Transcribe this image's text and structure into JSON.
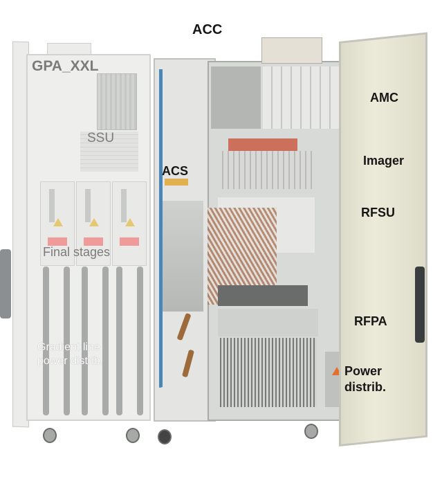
{
  "figure": {
    "type": "annotated photograph",
    "subject": "MRI electronics cabinets with open doors"
  },
  "labels": {
    "acc": "ACC",
    "gpa_xxl": "GPA_XXL",
    "ssu": "SSU",
    "acs": "ACS",
    "final_stages": "Final stages",
    "gradient_line_1": "Gradient line",
    "gradient_line_2": "power distrib.",
    "amc": "AMC",
    "imager": "Imager",
    "rfsu": "RFSU",
    "rfpa": "RFPA",
    "power_distrib_1": "Power",
    "power_distrib_2": "distrib."
  },
  "colors": {
    "label_dark": "#161616",
    "label_faded": "#7b7b7b",
    "label_white": "#ffffff",
    "warning_red": "#f09a9a",
    "cable_blue": "#4b86b8",
    "door_beige": "#e8e6d4"
  }
}
